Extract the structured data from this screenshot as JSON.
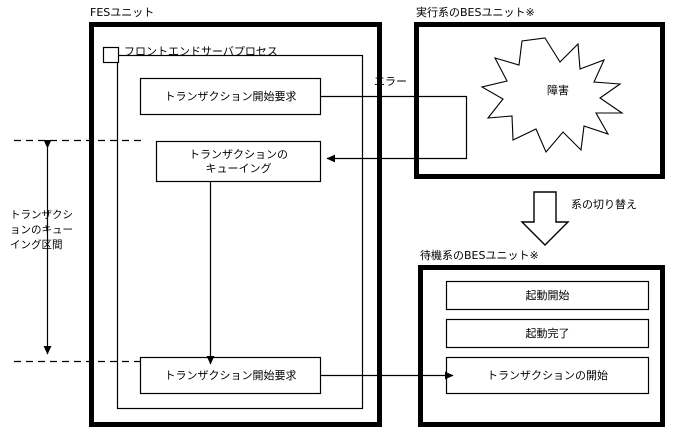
{
  "diagram": {
    "title_fes_unit": "FESユニット",
    "title_fe_server_process": "フロントエンドサーバプロセス",
    "title_active_bes_unit": "実行系のBESユニット※",
    "title_standby_bes_unit": "待機系のBESユニット※",
    "label_error": "エラー",
    "label_switchover": "系の切り替え",
    "label_failure": "障害",
    "label_queueing_section": "トランザクションのキューイング区間",
    "boxes": {
      "tx_start_request_top": "トランザクション開始要求",
      "tx_queueing": "トランザクションの\nキューイング",
      "tx_queueing_line1": "トランザクションの",
      "tx_queueing_line2": "キューイング",
      "tx_start_request_bottom": "トランザクション開始要求",
      "startup_begin": "起動開始",
      "startup_complete": "起動完了",
      "tx_start": "トランザクションの開始"
    },
    "vertical_label_lines": [
      "トランザクシ",
      "ョンのキュー",
      "イング区間"
    ],
    "colors": {
      "stroke": "#000000",
      "background": "#ffffff"
    }
  }
}
